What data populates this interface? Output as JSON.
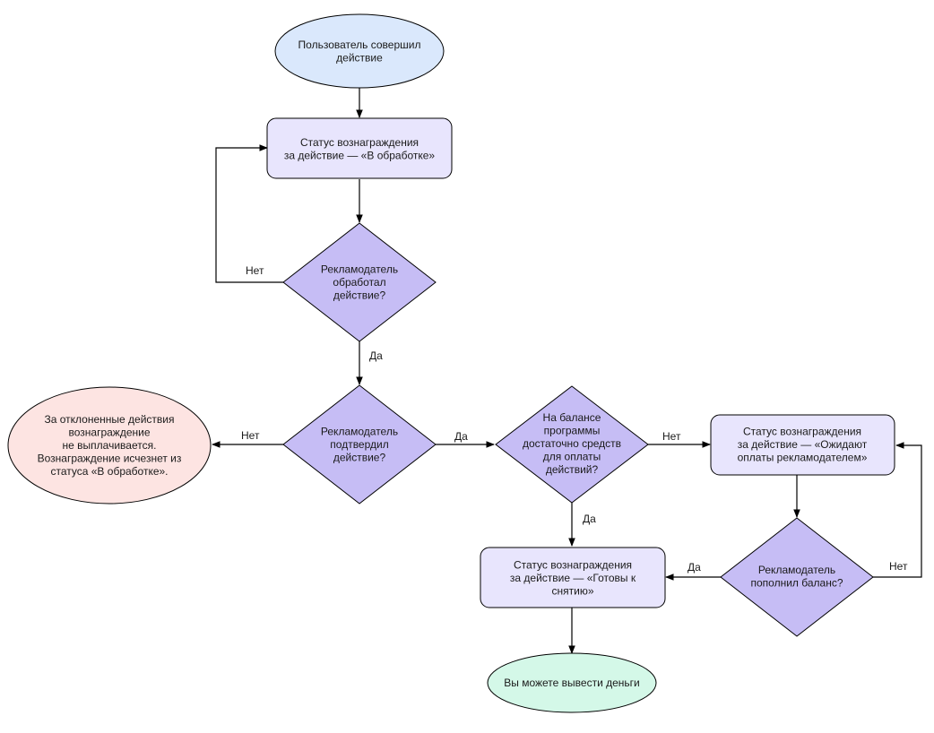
{
  "colors": {
    "start": "#dae8fc",
    "process": "#e8e5fd",
    "decision": "#c6bdf5",
    "reject": "#fde4e2",
    "finish": "#d4f8e8",
    "stroke": "#000000"
  },
  "nodes": {
    "start": {
      "lines": [
        "Пользователь совершил",
        "действие"
      ]
    },
    "status_processing": {
      "lines": [
        "Статус вознаграждения",
        "за действие — «В обработке»"
      ]
    },
    "decision_processed": {
      "lines": [
        "Рекламодатель",
        "обработал",
        "действие?"
      ]
    },
    "decision_confirmed": {
      "lines": [
        "Рекламодатель",
        "подтвердил",
        "действие?"
      ]
    },
    "rejected_note": {
      "lines": [
        "За отклоненные действия",
        "вознаграждение",
        "не выплачивается.",
        "Вознаграждение исчезнет из",
        "статуса «В обработке»."
      ]
    },
    "decision_balance": {
      "lines": [
        "На балансе",
        "программы",
        "достаточно средств",
        "для оплаты",
        "действий?"
      ]
    },
    "status_awaiting_payment": {
      "lines": [
        "Статус вознаграждения",
        "за действие — «Ожидают",
        "оплаты рекламодателем»"
      ]
    },
    "decision_topped_up": {
      "lines": [
        "Рекламодатель",
        "пополнил баланс?"
      ]
    },
    "status_ready": {
      "lines": [
        "Статус вознаграждения",
        "за действие — «Готовы к",
        "снятию»"
      ]
    },
    "finish": {
      "lines": [
        "Вы можете вывести деньги"
      ]
    }
  },
  "edge_labels": {
    "processed_no": "Нет",
    "processed_yes": "Да",
    "confirmed_no": "Нет",
    "confirmed_yes": "Да",
    "balance_no": "Нет",
    "balance_yes": "Да",
    "topped_up_yes": "Да",
    "topped_up_no": "Нет"
  }
}
